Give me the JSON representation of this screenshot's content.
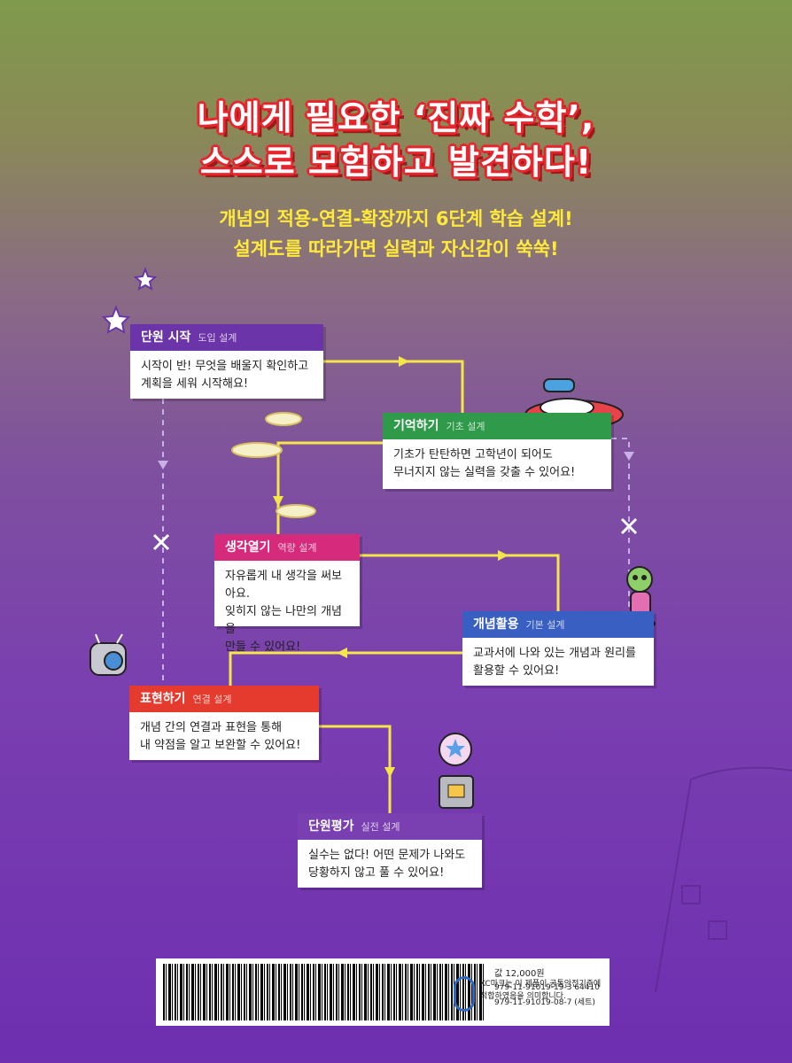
{
  "headline": {
    "line1": "나에게 필요한 ‘진짜 수학’,",
    "line2": "스스로 모험하고 발견하다!"
  },
  "subtitle": {
    "line1": "개념의 적용-연결-확장까지 6단계 학습 설계!",
    "line2": "설계도를 따라가면 실력과 자신감이 쑥쑥!"
  },
  "cards": [
    {
      "title": "단원 시작",
      "tag": "도입 설계",
      "line1": "시작이 반! 무엇을 배울지 확인하고",
      "line2": "계획을 세워 시작해요!",
      "line3": "",
      "color": "#6b34a8"
    },
    {
      "title": "기억하기",
      "tag": "기초 설계",
      "line1": "기초가 탄탄하면 고학년이 되어도",
      "line2": "무너지지 않는 실력을 갖출 수 있어요!",
      "line3": "",
      "color": "#2e9a4a"
    },
    {
      "title": "생각열기",
      "tag": "역량 설계",
      "line1": "자유롭게 내 생각을 써보아요.",
      "line2": "잊히지 않는 나만의 개념을",
      "line3": "만들 수 있어요!",
      "color": "#d62a7d"
    },
    {
      "title": "개념활용",
      "tag": "기본 설계",
      "line1": "교과서에 나와 있는 개념과 원리를",
      "line2": "활용할 수 있어요!",
      "line3": "",
      "color": "#3a5fc2"
    },
    {
      "title": "표현하기",
      "tag": "연결 설계",
      "line1": "개념 간의 연결과 표현을 통해",
      "line2": "내 약점을 알고 보완할 수 있어요!",
      "line3": "",
      "color": "#e53a2e"
    },
    {
      "title": "단원평가",
      "tag": "실전 설계",
      "line1": "실수는 없다! 어떤 문제가 나와도",
      "line2": "당황하지 않고 풀 수 있어요!",
      "line3": "",
      "color": "#7a3fb0"
    }
  ],
  "back_cover": {
    "price": "값 12,000원",
    "isbn1": "979-11-91019-19-3  64410",
    "isbn2": "979-11-91019-08-7 (세트)",
    "kc_line1": "KC마크는 이 제품이 공통안전기준에",
    "kc_line2": "적합하였음을 의미합니다."
  },
  "colors": {
    "path": "#f4e64a",
    "headline_outline": "#e8242c",
    "subtitle": "#ffe93a"
  }
}
